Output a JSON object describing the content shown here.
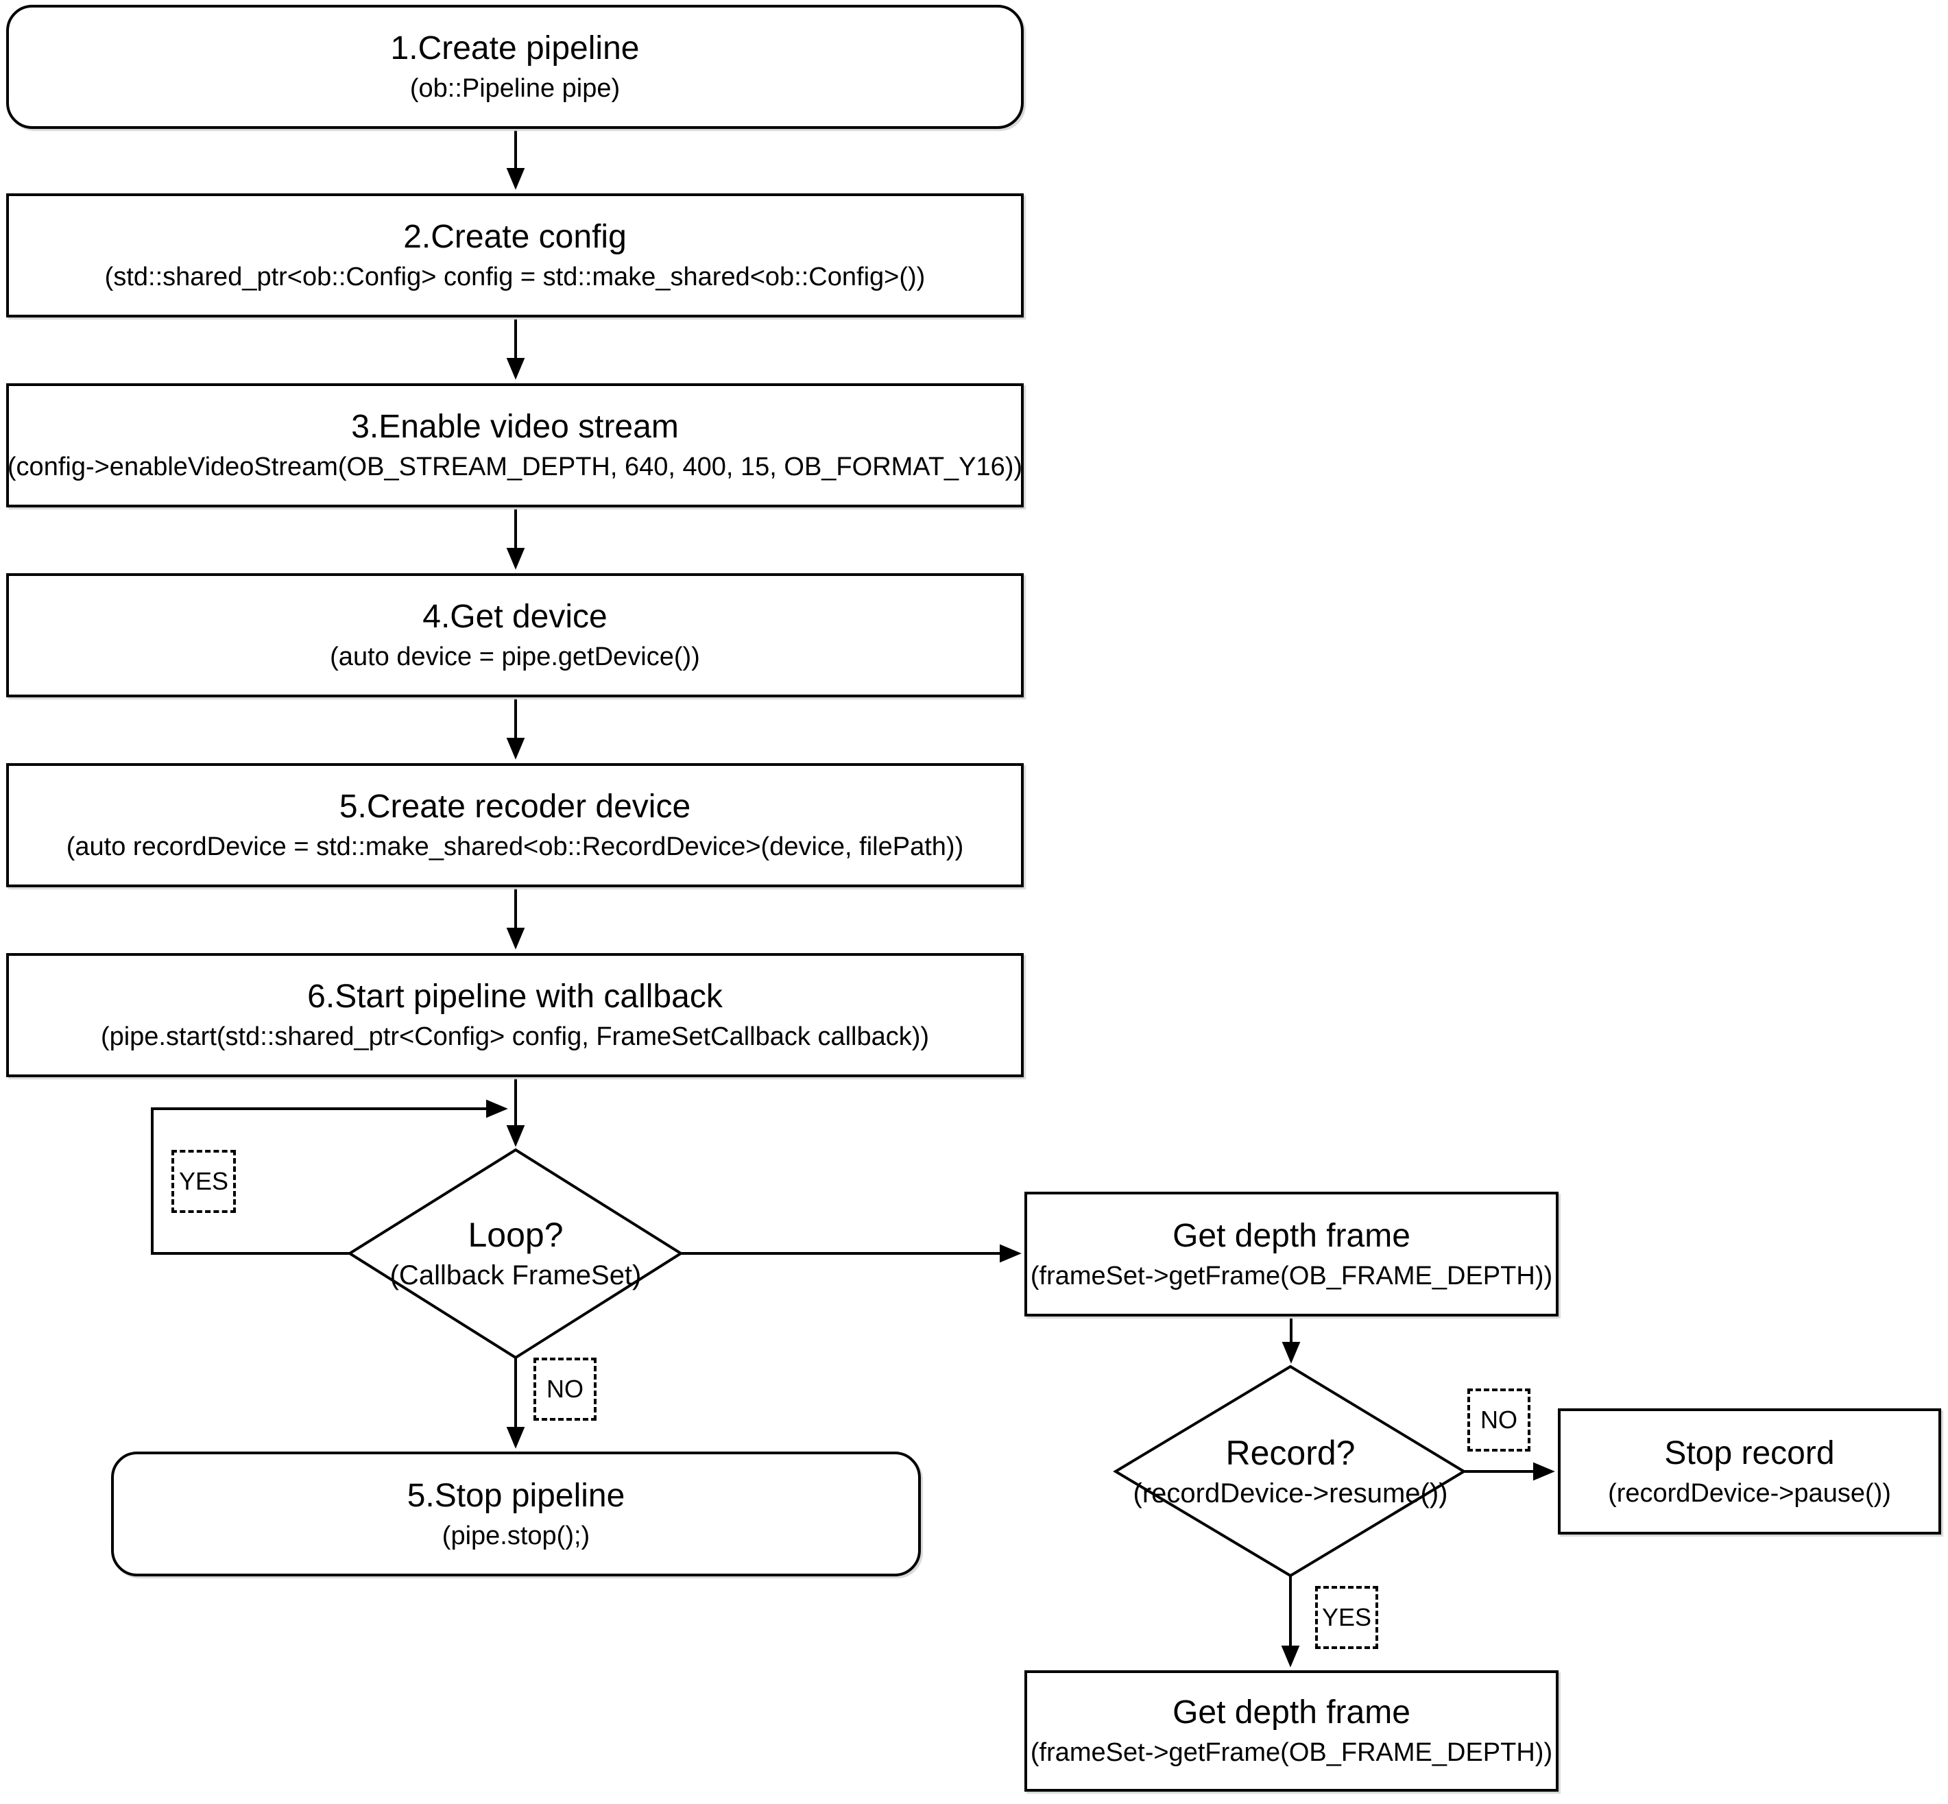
{
  "diagram": {
    "type": "flowchart",
    "colors": {
      "line": "#000000",
      "background": "#ffffff",
      "text": "#000000"
    },
    "nodes": {
      "n1": {
        "shape": "rounded-rect",
        "title": "1.Create pipeline",
        "subtitle": "(ob::Pipeline pipe)"
      },
      "n2": {
        "shape": "rect",
        "title": "2.Create config",
        "subtitle": "(std::shared_ptr<ob::Config> config = std::make_shared<ob::Config>())"
      },
      "n3": {
        "shape": "rect",
        "title": "3.Enable video stream",
        "subtitle": "(config->enableVideoStream(OB_STREAM_DEPTH, 640, 400, 15, OB_FORMAT_Y16))"
      },
      "n4": {
        "shape": "rect",
        "title": "4.Get device",
        "subtitle": "(auto device = pipe.getDevice())"
      },
      "n5": {
        "shape": "rect",
        "title": "5.Create recoder device",
        "subtitle": "(auto recordDevice = std::make_shared<ob::RecordDevice>(device, filePath))"
      },
      "n6": {
        "shape": "rect",
        "title": "6.Start pipeline with callback",
        "subtitle": "(pipe.start(std::shared_ptr<Config> config, FrameSetCallback callback))"
      },
      "loop": {
        "shape": "diamond",
        "title": "Loop?",
        "subtitle": "(Callback FrameSet)"
      },
      "stop_pipeline": {
        "shape": "rounded-rect",
        "title": "5.Stop pipeline",
        "subtitle": "(pipe.stop();)"
      },
      "get_depth_1": {
        "shape": "rect",
        "title": "Get depth frame",
        "subtitle": "(frameSet->getFrame(OB_FRAME_DEPTH))"
      },
      "record": {
        "shape": "diamond",
        "title": "Record?",
        "subtitle": "(recordDevice->resume())"
      },
      "stop_record": {
        "shape": "rect",
        "title": "Stop record",
        "subtitle": "(recordDevice->pause())"
      },
      "get_depth_2": {
        "shape": "rect",
        "title": "Get depth frame",
        "subtitle": "(frameSet->getFrame(OB_FRAME_DEPTH))"
      }
    },
    "labels": {
      "loop_yes": "YES",
      "loop_no": "NO",
      "record_no": "NO",
      "record_yes": "YES"
    }
  }
}
